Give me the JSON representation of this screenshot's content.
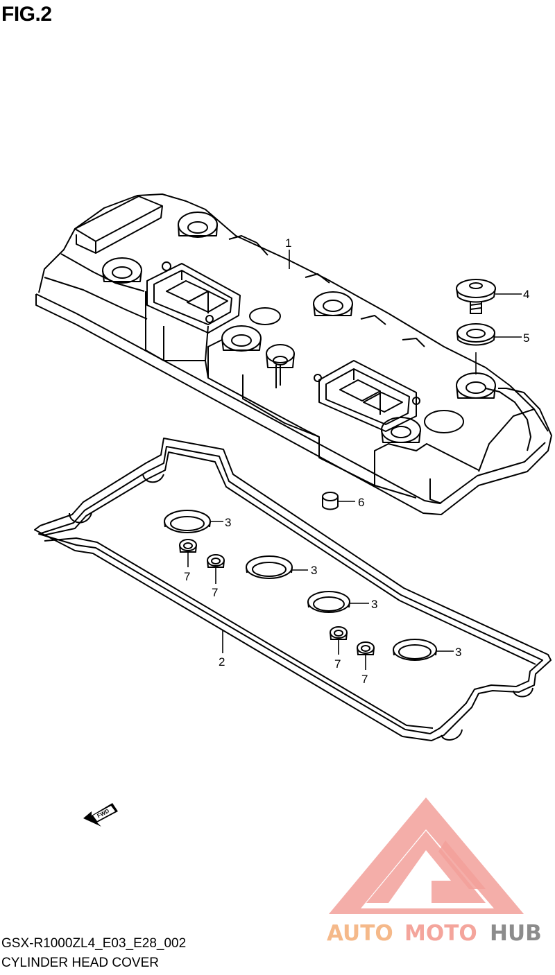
{
  "figure": {
    "label": "FIG.2",
    "model_code": "GSX-R1000ZL4_E03_E28_002",
    "section_name": "CYLINDER HEAD COVER"
  },
  "callouts": {
    "c1": "1",
    "c2": "2",
    "c3a": "3",
    "c3b": "3",
    "c3c": "3",
    "c3d": "3",
    "c4": "4",
    "c5": "5",
    "c6": "6",
    "c7a": "7",
    "c7b": "7",
    "c7c": "7",
    "c7d": "7"
  },
  "fwd_arrow": {
    "label": "FWD"
  },
  "watermark": {
    "brand_part_1": "AUTO",
    "brand_part_2": "MOTO",
    "brand_part_3": "HUB",
    "colors": {
      "auto": "#f5b98a",
      "moto": "#f4a59c",
      "hub": "#8c8c8c",
      "triangle": "#f2a09a"
    }
  }
}
